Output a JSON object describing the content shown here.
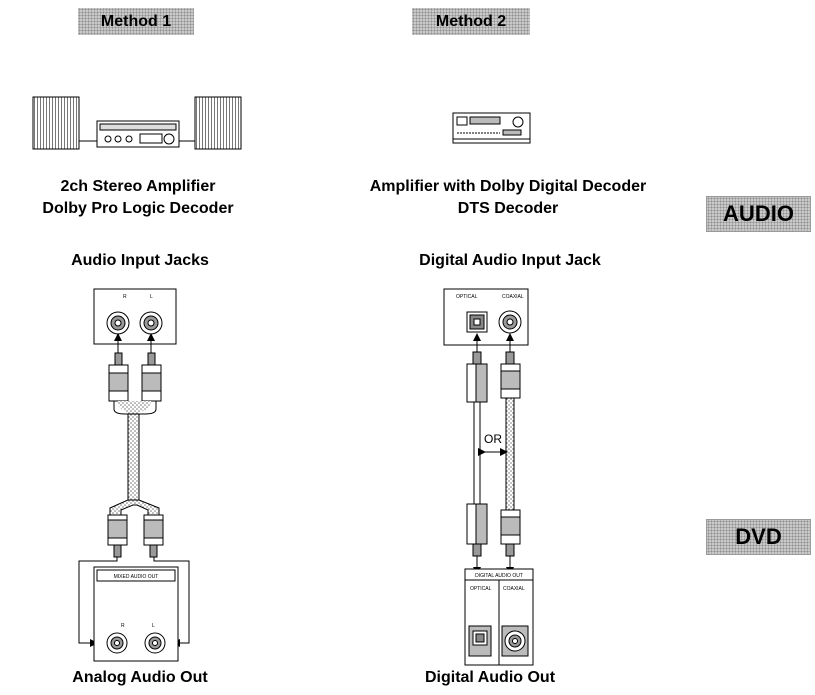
{
  "badges": {
    "method1": "Method 1",
    "method2": "Method 2",
    "audio": "AUDIO",
    "dvd": "DVD"
  },
  "method1": {
    "device_line1": "2ch Stereo Amplifier",
    "device_line2": "Dolby Pro Logic Decoder",
    "input_label": "Audio Input Jacks",
    "output_label": "Analog Audio Out",
    "jack_labels": {
      "right": "R",
      "left": "L"
    },
    "output_panel_title": "MIXED AUDIO OUT"
  },
  "method2": {
    "device_line1": "Amplifier with Dolby Digital Decoder",
    "device_line2": "DTS Decoder",
    "input_label": "Digital Audio Input Jack",
    "output_label": "Digital Audio Out",
    "jack_labels": {
      "optical": "OPTICAL",
      "coaxial": "COAXIAL"
    },
    "output_panel_title": "DIGITAL AUDIO OUT",
    "or_label": "OR"
  }
}
